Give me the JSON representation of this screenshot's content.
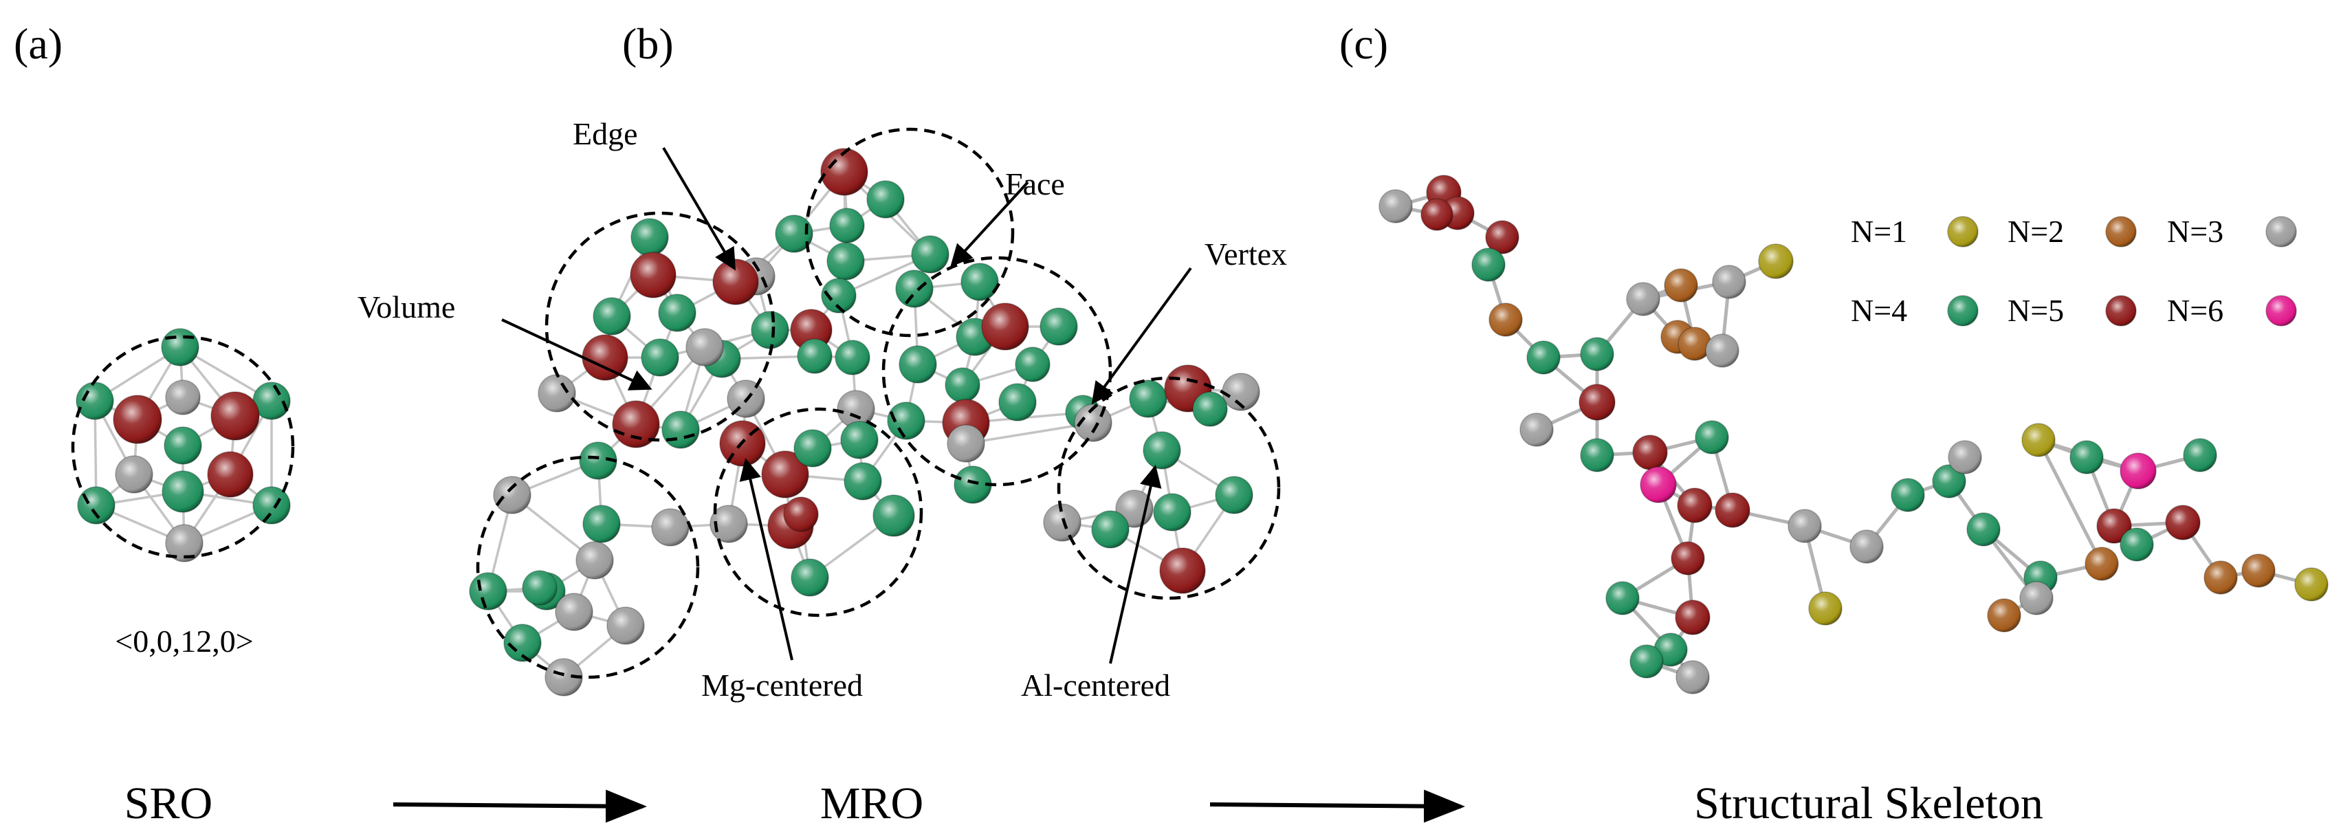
{
  "panels": {
    "a": {
      "label": "(a)",
      "notation": "<0,0,12,0>",
      "stage": "SRO"
    },
    "b": {
      "label": "(b)",
      "stage": "MRO",
      "annotations": {
        "edge": "Edge",
        "face": "Face",
        "vertex": "Vertex",
        "volume": "Volume",
        "mg_centered": "Mg-centered",
        "al_centered": "Al-centered"
      }
    },
    "c": {
      "label": "(c)",
      "stage": "Structural Skeleton"
    }
  },
  "legend": [
    {
      "text": "N=1",
      "color": "#a79a16"
    },
    {
      "text": "N=2",
      "color": "#a45c1c"
    },
    {
      "text": "N=3",
      "color": "#9a9a9a"
    },
    {
      "text": "N=4",
      "color": "#1f8f5c"
    },
    {
      "text": "N=5",
      "color": "#8e1a1a"
    },
    {
      "text": "N=6",
      "color": "#e0168a"
    }
  ],
  "atom_colors": {
    "green": "#1f8f5c",
    "red": "#8e1a1a",
    "gray": "#9a9a9a",
    "olive": "#a79a16",
    "brown": "#a45c1c",
    "pink": "#e0168a"
  }
}
